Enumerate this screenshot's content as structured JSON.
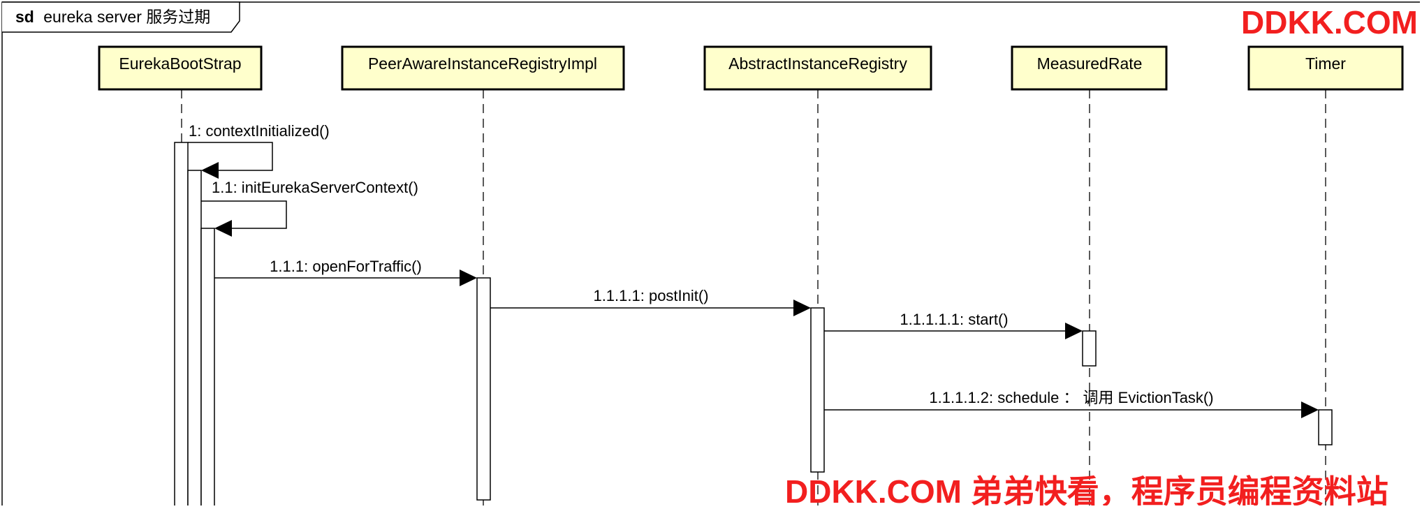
{
  "diagram": {
    "frame": {
      "keyword": "sd",
      "title": "eureka server 服务过期"
    },
    "lifelines": [
      {
        "id": "bootstrap",
        "label": "EurekaBootStrap"
      },
      {
        "id": "peer",
        "label": "PeerAwareInstanceRegistryImpl"
      },
      {
        "id": "abstract",
        "label": "AbstractInstanceRegistry"
      },
      {
        "id": "measured",
        "label": "MeasuredRate"
      },
      {
        "id": "timer",
        "label": "Timer"
      }
    ],
    "messages": [
      {
        "id": "m1",
        "label": "1: contextInitialized()",
        "from": "bootstrap",
        "to": "bootstrap",
        "kind": "self"
      },
      {
        "id": "m2",
        "label": "1.1: initEurekaServerContext()",
        "from": "bootstrap",
        "to": "bootstrap",
        "kind": "self"
      },
      {
        "id": "m3",
        "label": "1.1.1: openForTraffic()",
        "from": "bootstrap",
        "to": "peer",
        "kind": "call"
      },
      {
        "id": "m4",
        "label": "1.1.1.1: postInit()",
        "from": "peer",
        "to": "abstract",
        "kind": "call"
      },
      {
        "id": "m5",
        "label": "1.1.1.1.1: start()",
        "from": "abstract",
        "to": "measured",
        "kind": "call"
      },
      {
        "id": "m6",
        "label": "1.1.1.1.2: schedule ： 调用 EvictionTask()",
        "from": "abstract",
        "to": "timer",
        "kind": "call"
      }
    ],
    "colors": {
      "lifeline_fill": "#ffffcc",
      "stroke": "#000000",
      "watermark": "#f21f1f"
    }
  },
  "watermarks": {
    "top_right": "DDKK.COM",
    "bottom": "DDKK.COM 弟弟快看，程序员编程资料站"
  }
}
